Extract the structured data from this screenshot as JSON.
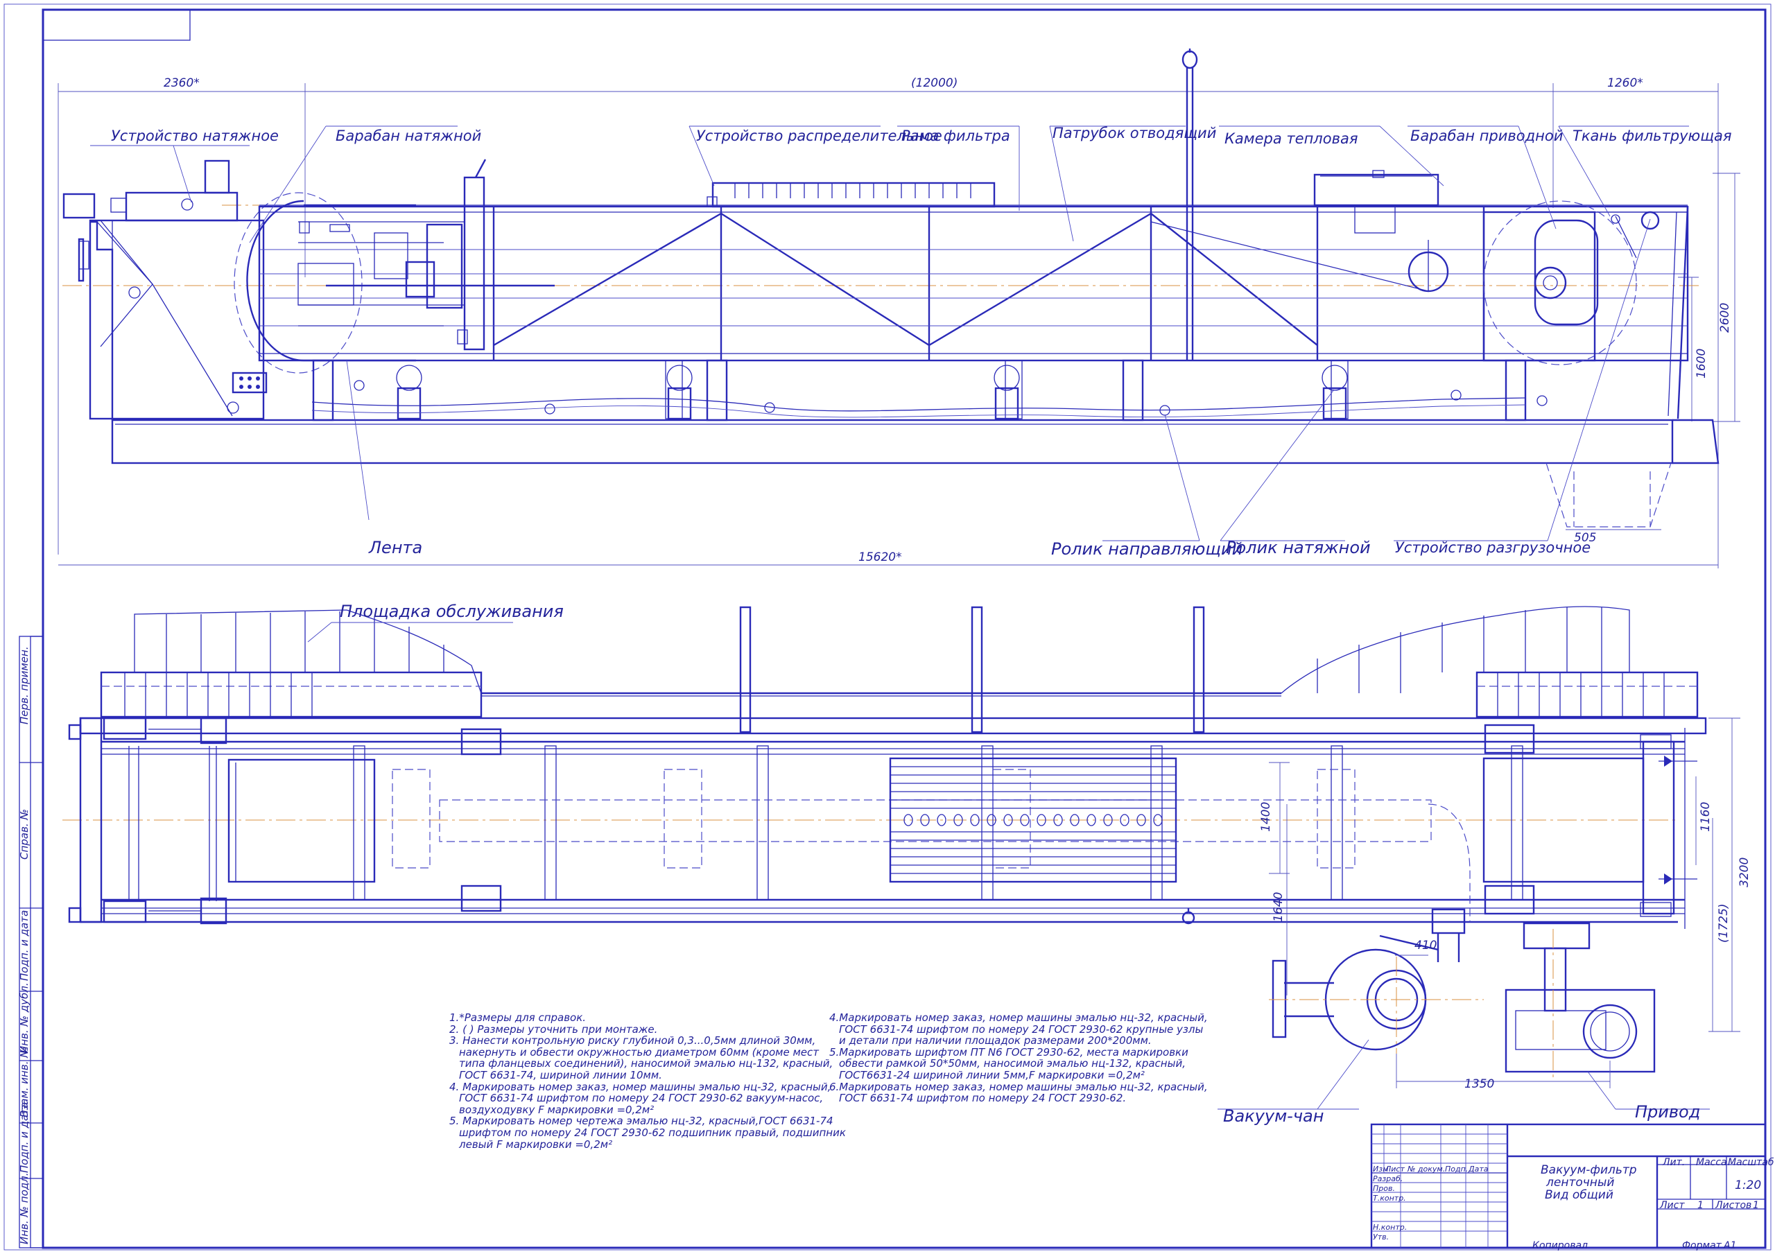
{
  "callouts_top": {
    "tension_device": "Устройство натяжное",
    "tension_drum": "Барабан натяжной",
    "distribution_device": "Устройство распределительное",
    "filter_frame": "Рама фильтра",
    "outlet_pipe": "Патрубок отводящий",
    "heat_chamber": "Камера тепловая",
    "drive_drum": "Барабан приводной",
    "filter_cloth": "Ткань фильтрующая",
    "belt": "Лента",
    "guide_roller": "Ролик направляющий",
    "tension_roller": "Ролик натяжной",
    "discharge_device": "Устройство разгрузочное"
  },
  "callouts_bottom": {
    "service_platform": "Площадка обслуживания",
    "vacuum_tank": "Вакуум-чан",
    "drive": "Привод"
  },
  "dimensions": {
    "d2360": "2360*",
    "d12000": "(12000)",
    "d1260": "1260*",
    "d15620": "15620*",
    "d2600": "2600",
    "d1600": "1600",
    "d505": "505",
    "d1400": "1400",
    "d1640": "1640",
    "d1160": "1160",
    "d3200": "3200",
    "d1725": "(1725)",
    "d410": "410",
    "d1350": "1350"
  },
  "notes_left": [
    "1.*Размеры для справок.",
    "2. ( ) Размеры уточнить при монтаже.",
    "3. Нанести контрольную риску глубиной 0,3...0,5мм длиной 30мм,",
    "накернуть и обвести окружностью диаметром 60мм (кроме мест",
    "типа фланцевых соединений), наносимой эмалью нц-132, красный,",
    "ГОСТ 6631-74, шириной линии 10мм.",
    "4. Маркировать номер заказ, номер машины эмалью нц-32, красный,",
    "ГОСТ 6631-74 шрифтом по номеру 24 ГОСТ 2930-62 вакуум-насос,",
    "воздуходувку F маркировки =0,2м²",
    "5. Маркировать номер чертежа эмалью нц-32, красный,ГОСТ 6631-74",
    "шрифтом по номеру 24 ГОСТ 2930-62 подшипник правый, подшипник",
    "левый F маркировки =0,2м²"
  ],
  "notes_right": [
    "4.Маркировать номер заказ, номер машины эмалью нц-32, красный,",
    "ГОСТ 6631-74 шрифтом по номеру 24 ГОСТ 2930-62 крупные узлы",
    "и детали при наличии площадок размерами 200*200мм.",
    "5.Маркировать шрифтом ПТ N6 ГОСТ 2930-62, места маркировки",
    "обвести рамкой 50*50мм, наносимой эмалью нц-132, красный,",
    "ГОСТ6631-24 шириной линии 5мм,F маркировки =0,2м²",
    "6.Маркировать номер заказ, номер машины эмалью нц-32, красный,",
    "ГОСТ 6631-74 шрифтом по номеру 24 ГОСТ 2930-62."
  ],
  "title_block": {
    "title_line1": "Вакуум-фильтр",
    "title_line2": "ленточный",
    "title_line3": "Вид общий",
    "col_izm": "Изм",
    "col_list": "Лист",
    "col_doc": "№ докум.",
    "col_sign": "Подп.",
    "col_date": "Дата",
    "row_razrab": "Разраб.",
    "row_prov": "Пров.",
    "row_tkontr": "Т.контр.",
    "row_nkontr": "Н.контр.",
    "row_utv": "Утв.",
    "lit": "Лит.",
    "massa": "Масса",
    "masshtab": "Масштаб",
    "scale_value": "1:20",
    "sheet": "Лист",
    "sheet_num": "1",
    "sheets": "Листов",
    "sheets_num": "1",
    "copied": "Копировал",
    "format": "Формат",
    "format_value": "A1"
  },
  "side_strip": [
    "Перв. примен.",
    "Справ. №",
    "Подп. и дата",
    "Инв. № дубл.",
    "Взам. инв. №",
    "Подп. и дата",
    "Инв. № подл."
  ]
}
